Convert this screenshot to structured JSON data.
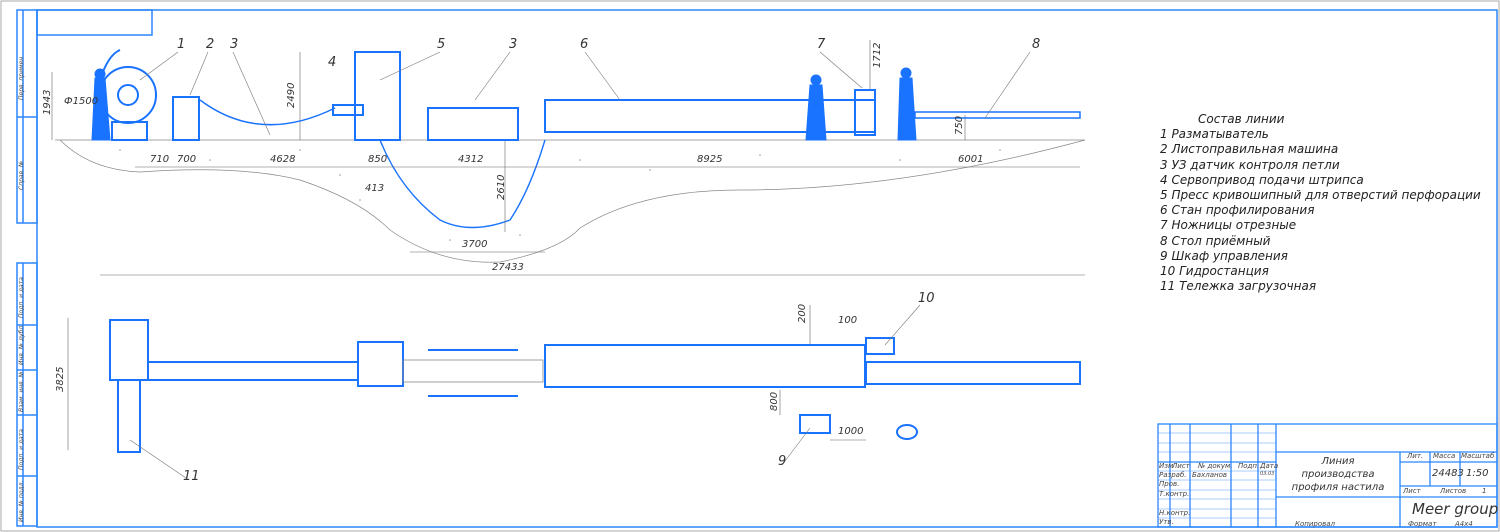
{
  "drawing": {
    "callouts": [
      "1",
      "2",
      "3",
      "4",
      "5",
      "3",
      "6",
      "7",
      "8",
      "10",
      "9",
      "11"
    ],
    "dimensions": {
      "coil_height": "1943",
      "coil_diameter": "Ф1500",
      "press_height": "2490",
      "d710": "710",
      "d700": "700",
      "d4628": "4628",
      "d850": "850",
      "d413": "413",
      "d4312": "4312",
      "loop_depth": "2610",
      "pit_width": "3700",
      "total_length": "27433",
      "mill_length": "8925",
      "table_length": "6001",
      "shear_height": "1712",
      "table_height": "750",
      "plan_width": "3825",
      "d200": "200",
      "d100": "100",
      "d800": "800",
      "d1000": "1000"
    },
    "colors": {
      "line": "#1a73ff",
      "frame": "#2b86ff",
      "ground": "#888888"
    }
  },
  "legend": {
    "title": "Состав линии",
    "items": [
      "1 Разматыватель",
      "2 Листоправильная машина",
      "3 УЗ датчик контроля петли",
      "4 Сервопривод подачи штрипса",
      "5 Пресс кривошипный для отверстий перфорации",
      "6 Стан профилирования",
      "7 Ножницы отрезные",
      "8 Стол приёмный",
      "9 Шкаф управления",
      "10 Гидростанция",
      "11 Тележка загрузочная"
    ]
  },
  "margin_labels": [
    "Перв. примен",
    "Справ. №",
    "Подп. и дата",
    "Инв. № дубл.",
    "Взам. инв. №",
    "Подп. и дата",
    "Инв. № подл."
  ],
  "title_block": {
    "headers": [
      "Изм",
      "Лист",
      "№ докум.",
      "Подп.",
      "Дата"
    ],
    "roles": [
      "Разраб.",
      "Пров.",
      "Т.контр.",
      "Н.контр.",
      "Утв."
    ],
    "developer": "Бахланов",
    "date": "03.03",
    "title_lines": [
      "Линия",
      "производства",
      "профиля настила"
    ],
    "lit_label": "Лит.",
    "mass_label": "Масса",
    "scale_label": "Масштаб",
    "mass": "24483",
    "scale": "1:50",
    "sheet_label": "Лист",
    "sheets_label": "Листов",
    "sheets": "1",
    "company": "Meer group",
    "copied_label": "Копировал",
    "format_label": "Формат",
    "format": "А4х4"
  }
}
